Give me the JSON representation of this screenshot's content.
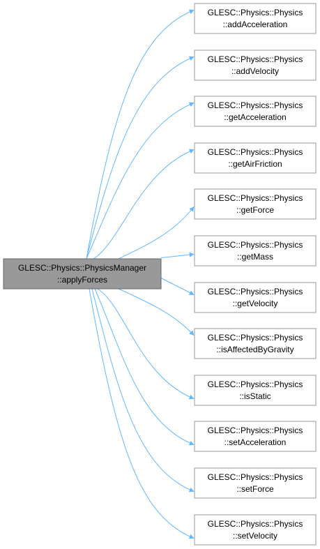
{
  "colors": {
    "source_fill": "#999999",
    "source_border": "#666666",
    "target_fill": "#ffffff",
    "target_border": "#999999",
    "edge": "#63b8ff",
    "text": "#000000"
  },
  "source": {
    "line1": "GLESC::Physics::PhysicsManager",
    "line2": "::applyForces"
  },
  "targets": [
    {
      "line1": "GLESC::Physics::Physics",
      "line2": "::addAcceleration"
    },
    {
      "line1": "GLESC::Physics::Physics",
      "line2": "::addVelocity"
    },
    {
      "line1": "GLESC::Physics::Physics",
      "line2": "::getAcceleration"
    },
    {
      "line1": "GLESC::Physics::Physics",
      "line2": "::getAirFriction"
    },
    {
      "line1": "GLESC::Physics::Physics",
      "line2": "::getForce"
    },
    {
      "line1": "GLESC::Physics::Physics",
      "line2": "::getMass"
    },
    {
      "line1": "GLESC::Physics::Physics",
      "line2": "::getVelocity"
    },
    {
      "line1": "GLESC::Physics::Physics",
      "line2": "::isAffectedByGravity"
    },
    {
      "line1": "GLESC::Physics::Physics",
      "line2": "::isStatic"
    },
    {
      "line1": "GLESC::Physics::Physics",
      "line2": "::setAcceleration"
    },
    {
      "line1": "GLESC::Physics::Physics",
      "line2": "::setForce"
    },
    {
      "line1": "GLESC::Physics::Physics",
      "line2": "::setVelocity"
    }
  ]
}
